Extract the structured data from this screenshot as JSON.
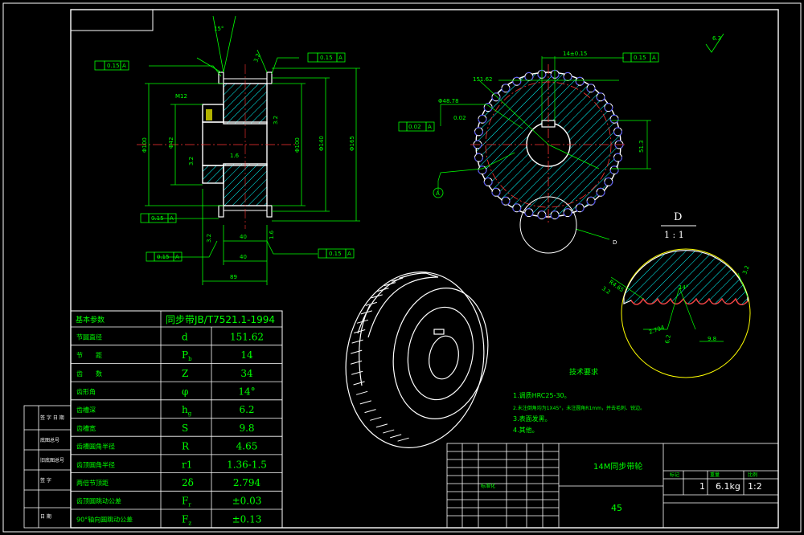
{
  "colors": {
    "background": "#000000",
    "border": "#ffffff",
    "dimension": "#00ff00",
    "outline": "#ffffff",
    "centerline": "#ff3333",
    "hatch": "#00ffff",
    "tooth_profile": "#3333ff",
    "circle": "#ffff00"
  },
  "section_view": {
    "dims": {
      "d_left1": "Φ100",
      "d_left2": "Φ42",
      "d_right1": "Φ100",
      "d_right2": "Φ140",
      "d_right3": "Φ165",
      "thread": "M12",
      "w1": "40",
      "w2": "40",
      "w3": "89",
      "chamfer": "1.6",
      "angle": "15°"
    },
    "tolerances": {
      "t1": "0.15",
      "t1_ref": "A",
      "t2": "0.15",
      "t2_ref": "A",
      "t3": "0.15",
      "t3_ref": "A",
      "t4": "0.15",
      "t4_ref": "A",
      "t5": "0.15",
      "t5_ref": "A"
    },
    "roughness": {
      "r1": "3.2",
      "r2": "3.2",
      "r3": "3.2",
      "r4": "3.2",
      "r5": "1.6"
    }
  },
  "front_view": {
    "dims": {
      "key_width": "14±0.15",
      "pitch_dia": "151.62",
      "bore": "Φ48.78",
      "key_depth": "51.3",
      "bore_tol": "0.02"
    },
    "tolerances": {
      "t1": "0.15",
      "t1_ref": "A",
      "t2": "0.02",
      "t2_ref": "A"
    },
    "datum": "A",
    "detail_mark": "D"
  },
  "detail": {
    "label": "D",
    "scale": "1 : 1",
    "dims": {
      "a": "R4.65",
      "b": "3.2",
      "c": "14°",
      "d": "9.8",
      "e": "6.2",
      "f": "2.794",
      "g": "3.2"
    }
  },
  "roughness_general": "6.3",
  "params_table": {
    "header_left": "基本参数",
    "header_right": "同步带JB/T7521.1-1994",
    "rows": [
      {
        "name": "节圆直径",
        "sym": "d",
        "sub": "",
        "val": "151.62"
      },
      {
        "name": "节　　距",
        "sym": "P",
        "sub": "b",
        "val": "14"
      },
      {
        "name": "齿　　数",
        "sym": "Z",
        "sub": "",
        "val": "34"
      },
      {
        "name": "齿形角",
        "sym": "φ",
        "sub": "",
        "val": "14°"
      },
      {
        "name": "齿槽深",
        "sym": "h",
        "sub": "g",
        "val": "6.2"
      },
      {
        "name": "齿槽宽",
        "sym": "S",
        "sub": "",
        "val": "9.8"
      },
      {
        "name": "齿槽圆角半径",
        "sym": "R",
        "sub": "",
        "val": "4.65"
      },
      {
        "name": "齿顶圆角半径",
        "sym": "r1",
        "sub": "",
        "val": "1.36-1.5"
      },
      {
        "name": "两倍节顶距",
        "sym": "2δ",
        "sub": "",
        "val": "2.794"
      },
      {
        "name": "齿顶圆跳动公差",
        "sym": "F",
        "sub": "r",
        "val": "±0.03"
      },
      {
        "name": "90°轴向圆跳动公差",
        "sym": "F",
        "sub": "z",
        "val": "±0.13"
      }
    ]
  },
  "tech_req": {
    "title": "技术要求",
    "items": [
      "1.调质HRC25-30。",
      "2.未注倒角均为1X45°，未注圆角R1mm，并去毛刺、锐边。",
      "3.表面发黑。",
      "4.其他。"
    ]
  },
  "left_strip": {
    "labels": [
      "签 字 日 期",
      "底图总号",
      "旧底图总号",
      "签 字",
      "日 期"
    ]
  },
  "title_block": {
    "part_name": "14M同步带轮",
    "material": "45",
    "qty": "1",
    "mass": "6.1kg",
    "scale": "1:2",
    "designer": "标准化",
    "label_marks": "标记",
    "label_weight": "重量",
    "label_scale": "比例"
  }
}
